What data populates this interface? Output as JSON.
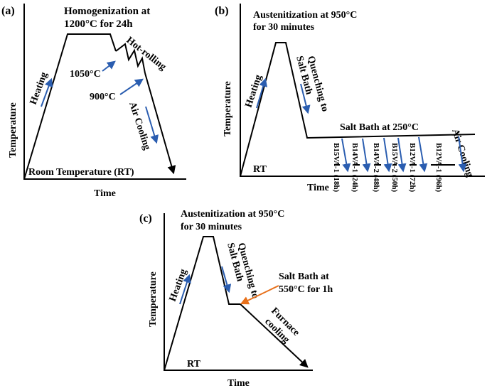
{
  "panel_a": {
    "label": "(a)",
    "title_line1": "Homogenization at",
    "title_line2": "1200°C for 24h",
    "hot_rolling": "Hot-rolling",
    "t1050": "1050°C",
    "t900": "900°C",
    "heating": "Heating",
    "air_cooling": "Air Cooling",
    "room_temp": "Room Temperature (RT)",
    "ylabel": "Temperature",
    "xlabel": "Time"
  },
  "panel_b": {
    "label": "(b)",
    "title_line1": "Austenitization at 950°C",
    "title_line2": "for 30 minutes",
    "quench_line1": "Quenching to",
    "quench_line2": "Salt Bath",
    "heating": "Heating",
    "salt_bath": "Salt Bath at 250°C",
    "air_cooling": "Air Cooling",
    "rt": "RT",
    "ylabel": "Temperature",
    "xlabel": "Time",
    "samples": [
      "B15VA-1 (18h)",
      "B14VA-1 (24h)",
      "B14VA-2 (48h)",
      "B15VA-2 (50h)",
      "B12VA-1 (72h)",
      "B12VA-1 (96h)"
    ]
  },
  "panel_c": {
    "label": "(c)",
    "title_line1": "Austenitization at 950°C",
    "title_line2": "for 30 minutes",
    "quench_line1": "Quenching to",
    "quench_line2": "Salt Bath",
    "heating": "Heating",
    "salt_line1": "Salt Bath at",
    "salt_line2": "550°C for 1h",
    "furnace_line1": "Furnace",
    "furnace_line2": "cooling",
    "rt": "RT",
    "ylabel": "Temperature",
    "xlabel": "Time"
  },
  "colors": {
    "arrow_blue": "#2a5db0",
    "arrow_orange": "#e8701a"
  }
}
